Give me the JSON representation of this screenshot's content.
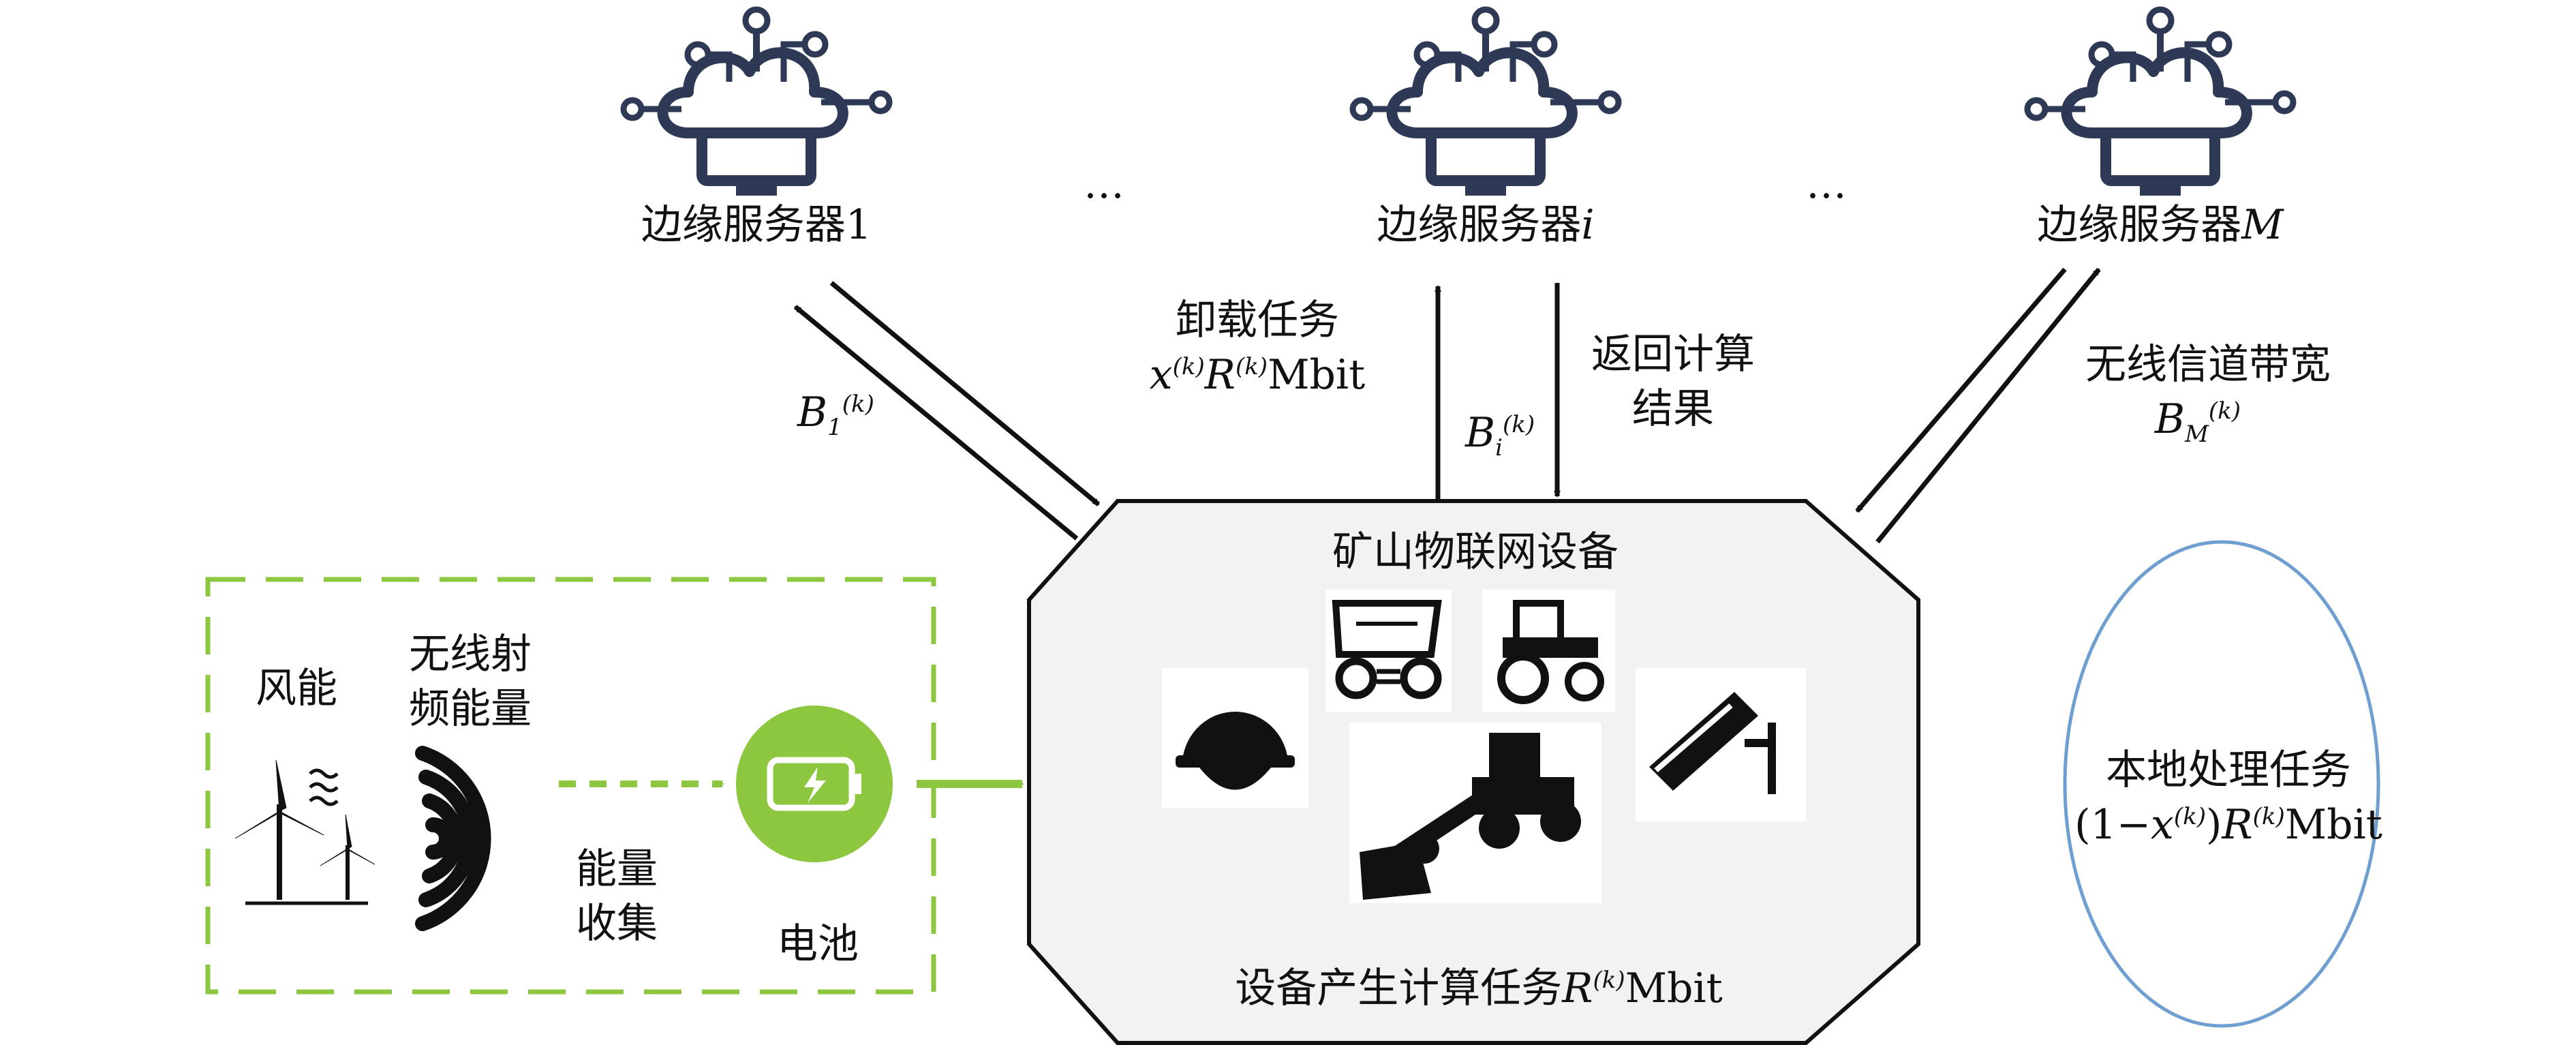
{
  "servers": [
    {
      "label": "边缘服务器1"
    },
    {
      "label": "边缘服务器",
      "var": "i"
    },
    {
      "label": "边缘服务器",
      "var": "M"
    }
  ],
  "ellipsis": "…",
  "offload": {
    "line1": "卸载任务",
    "line2_prefix": "x",
    "line2_mid": "R",
    "sup": "(k)",
    "unit": "Mbit"
  },
  "return": {
    "line1": "返回计算",
    "line2": "结果"
  },
  "bandwidth": {
    "label": "无线信道带宽",
    "sym": "B",
    "sup": "(k)",
    "sub_1": "1",
    "sub_i": "i",
    "sub_M": "M"
  },
  "device": {
    "title": "矿山物联网设备",
    "task_prefix": "设备产生计算任务",
    "task_sym": "R",
    "sup": "(k)",
    "unit": "Mbit"
  },
  "local": {
    "line1": "本地处理任务",
    "line2_pre": "(1−",
    "line2_x": "x",
    "line2_close": ")",
    "line2_R": "R",
    "sup": "(k)",
    "unit": "Mbit"
  },
  "energy": {
    "wind": "风能",
    "rf_line1": "无线射",
    "rf_line2": "频能量",
    "harvest_line1": "能量",
    "harvest_line2": "收集",
    "battery": "电池"
  },
  "colors": {
    "green": "#8dc63f",
    "cloud": "#2e3a55",
    "ellipse": "#6f9fd1",
    "box_fill": "#f2f2f2"
  }
}
